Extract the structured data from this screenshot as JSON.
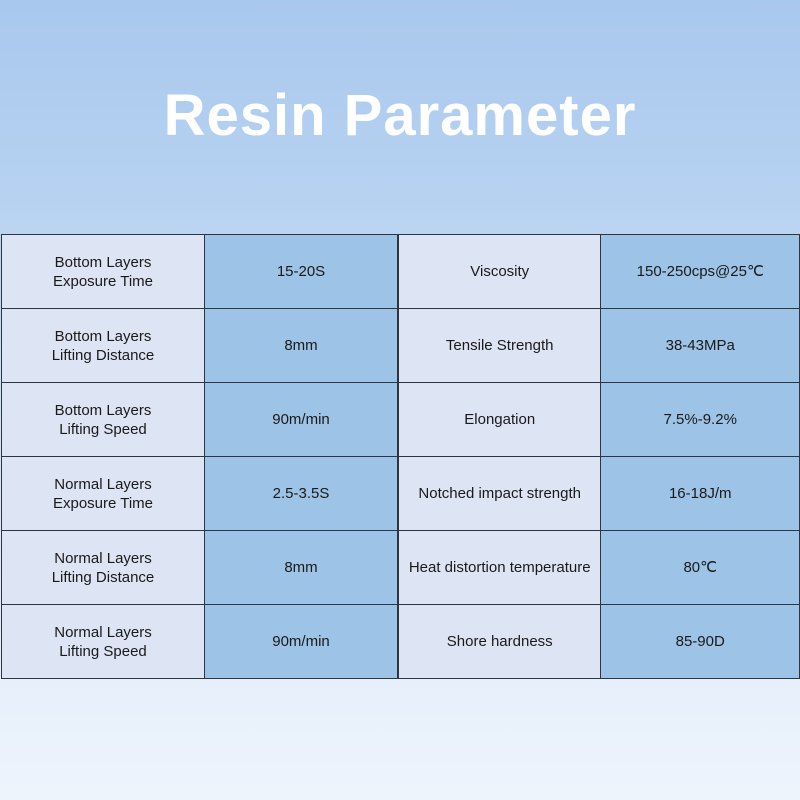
{
  "title": "Resin Parameter",
  "left_table": [
    {
      "label_lines": [
        "Bottom Layers",
        "Exposure Time"
      ],
      "value": "15-20S"
    },
    {
      "label_lines": [
        "Bottom Layers",
        "Lifting Distance"
      ],
      "value": "8mm"
    },
    {
      "label_lines": [
        "Bottom Layers",
        "Lifting Speed"
      ],
      "value": "90m/min"
    },
    {
      "label_lines": [
        "Normal Layers",
        "Exposure Time"
      ],
      "value": "2.5-3.5S"
    },
    {
      "label_lines": [
        "Normal Layers",
        "Lifting Distance"
      ],
      "value": "8mm"
    },
    {
      "label_lines": [
        "Normal Layers",
        "Lifting Speed"
      ],
      "value": "90m/min"
    }
  ],
  "right_table": [
    {
      "label": "Viscosity",
      "value": "150-250cps@25℃"
    },
    {
      "label": "Tensile Strength",
      "value": "38-43MPa"
    },
    {
      "label": "Elongation",
      "value": "7.5%-9.2%"
    },
    {
      "label": "Notched impact strength",
      "value": "16-18J/m"
    },
    {
      "label": "Heat distortion temperature",
      "value": "80℃"
    },
    {
      "label": "Shore hardness",
      "value": "85-90D"
    }
  ],
  "colors": {
    "label_cell": "#dde4f4",
    "value_cell": "#9dc3e6",
    "title_text": "#ffffff"
  }
}
